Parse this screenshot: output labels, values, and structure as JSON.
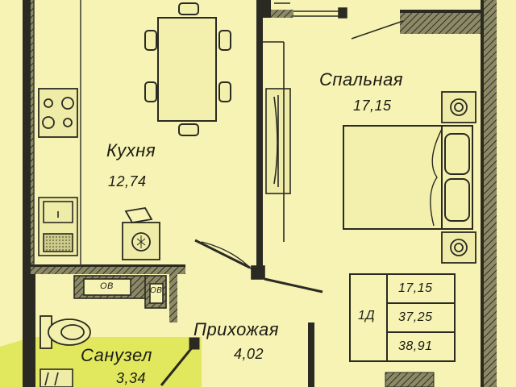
{
  "rooms": {
    "kitchen": {
      "name": "Кухня",
      "area": "12,74"
    },
    "bedroom": {
      "name": "Спальная",
      "area": "17,15"
    },
    "hallway": {
      "name": "Прихожая",
      "area": "4,02"
    },
    "bathroom": {
      "name": "Санузел",
      "area": "3,34"
    }
  },
  "apartment": {
    "type": "1Д",
    "areas": [
      "17,15",
      "37,25",
      "38,91"
    ]
  },
  "ventilation": [
    "ОВ",
    "ОВ"
  ],
  "colors": {
    "paper": "#f6f3b4",
    "wall": "#2a2a22",
    "hatch": "#5a5a46",
    "line": "#3a3a30",
    "highlight": "#d9e34a"
  }
}
